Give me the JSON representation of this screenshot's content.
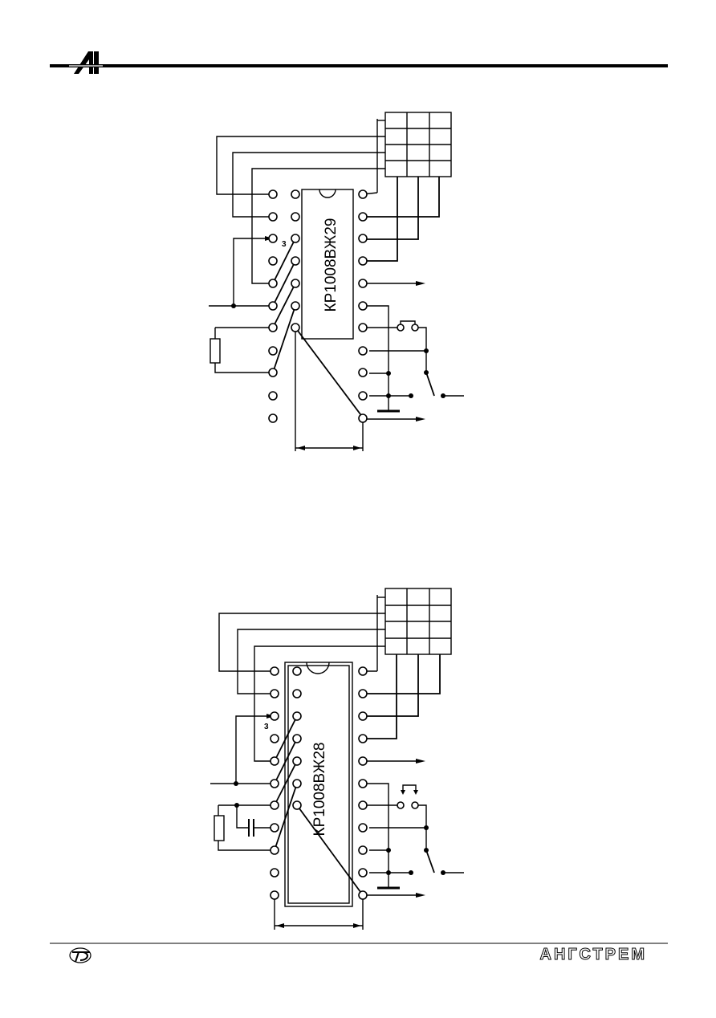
{
  "figures": [
    {
      "chip_label": "КР1008ВЖ29",
      "pin_marker": "3"
    },
    {
      "chip_label": "КР1008ВЖ28",
      "pin_marker": "3"
    }
  ],
  "footer": {
    "brand": "АНГСТРЕМ"
  },
  "icons": {
    "header_logo": "angstrem-logo-icon",
    "footer_logo": "company-emblem-icon"
  }
}
